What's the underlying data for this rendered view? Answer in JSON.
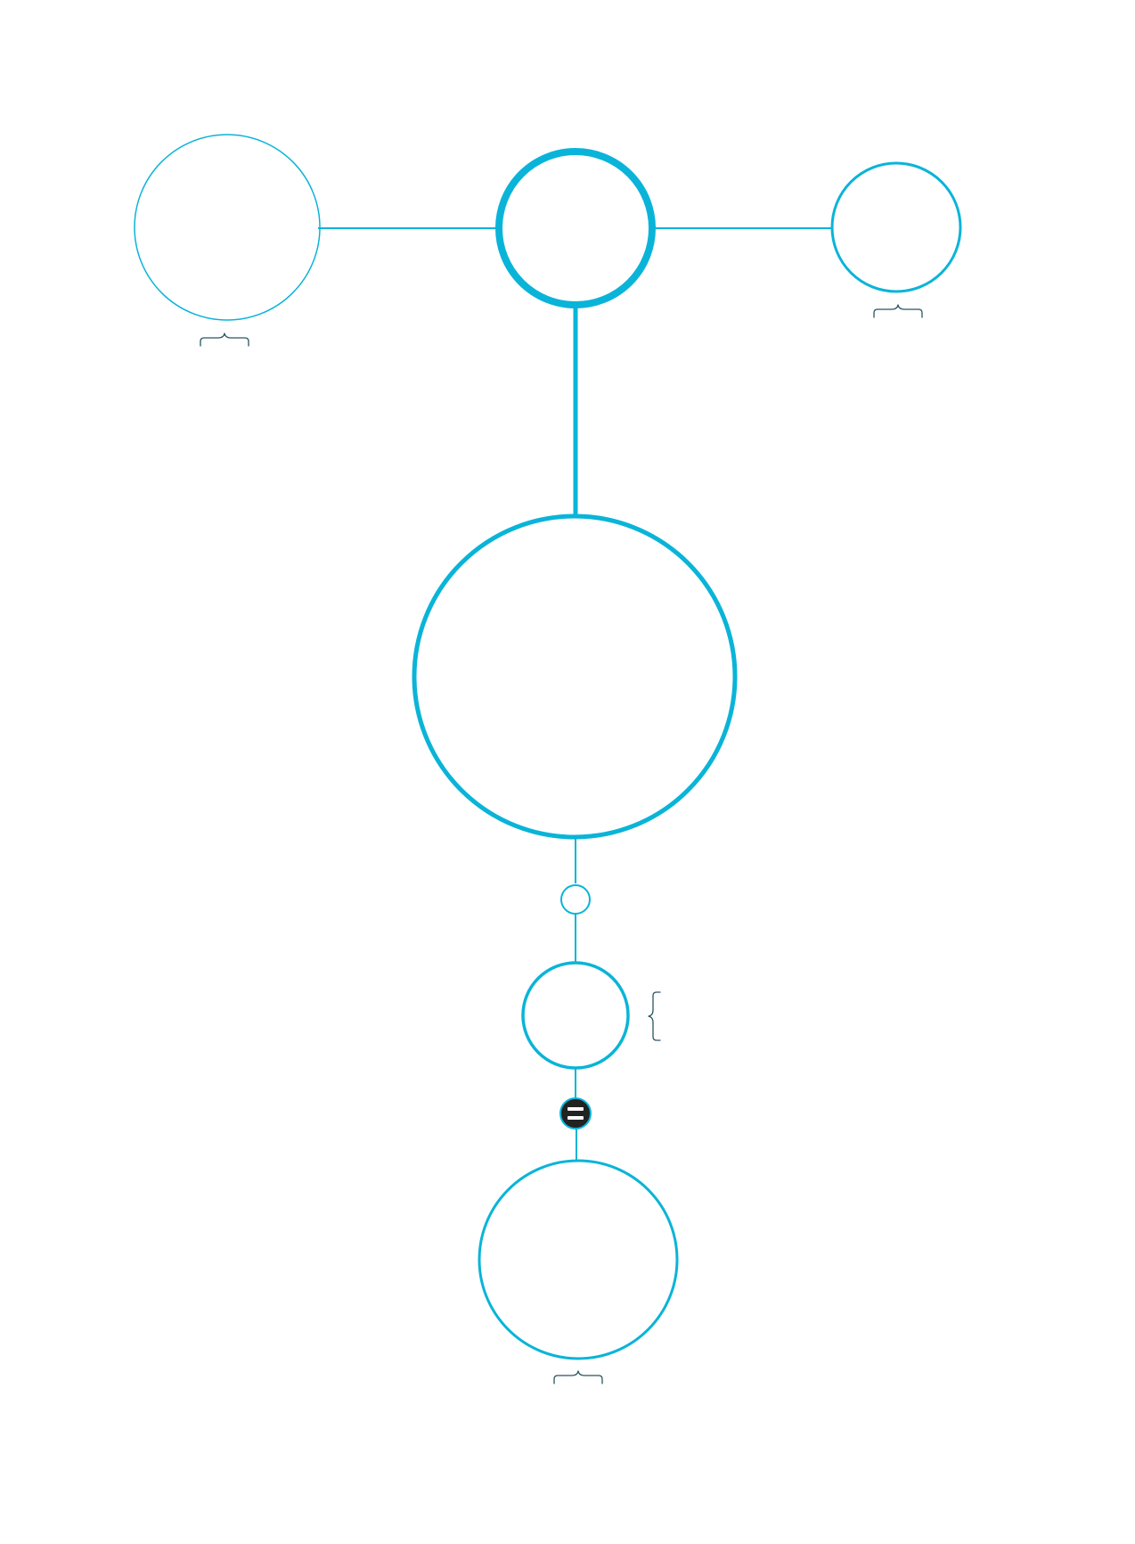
{
  "colors": {
    "accent": "#0ab4d8",
    "brace": "#2a5560",
    "operator_fill": "#222222",
    "operator_mark": "#ffffff",
    "background": "#ffffff"
  },
  "nodes": [
    {
      "id": "left-node",
      "icon": "circle-outline"
    },
    {
      "id": "center-node",
      "icon": "circle-outline-bold"
    },
    {
      "id": "right-node",
      "icon": "circle-outline"
    },
    {
      "id": "large-node",
      "icon": "circle-outline-bold"
    },
    {
      "id": "small-junction-node",
      "icon": "circle-outline"
    },
    {
      "id": "medium-node",
      "icon": "circle-outline"
    },
    {
      "id": "equals-operator",
      "icon": "equals-icon"
    },
    {
      "id": "result-node",
      "icon": "circle-outline"
    }
  ],
  "braces": [
    {
      "id": "brace-under-left-node",
      "icon": "curly-brace-icon"
    },
    {
      "id": "brace-under-right-node",
      "icon": "curly-brace-icon"
    },
    {
      "id": "brace-beside-medium-node",
      "icon": "curly-brace-icon"
    },
    {
      "id": "brace-under-result-node",
      "icon": "curly-brace-icon"
    }
  ]
}
